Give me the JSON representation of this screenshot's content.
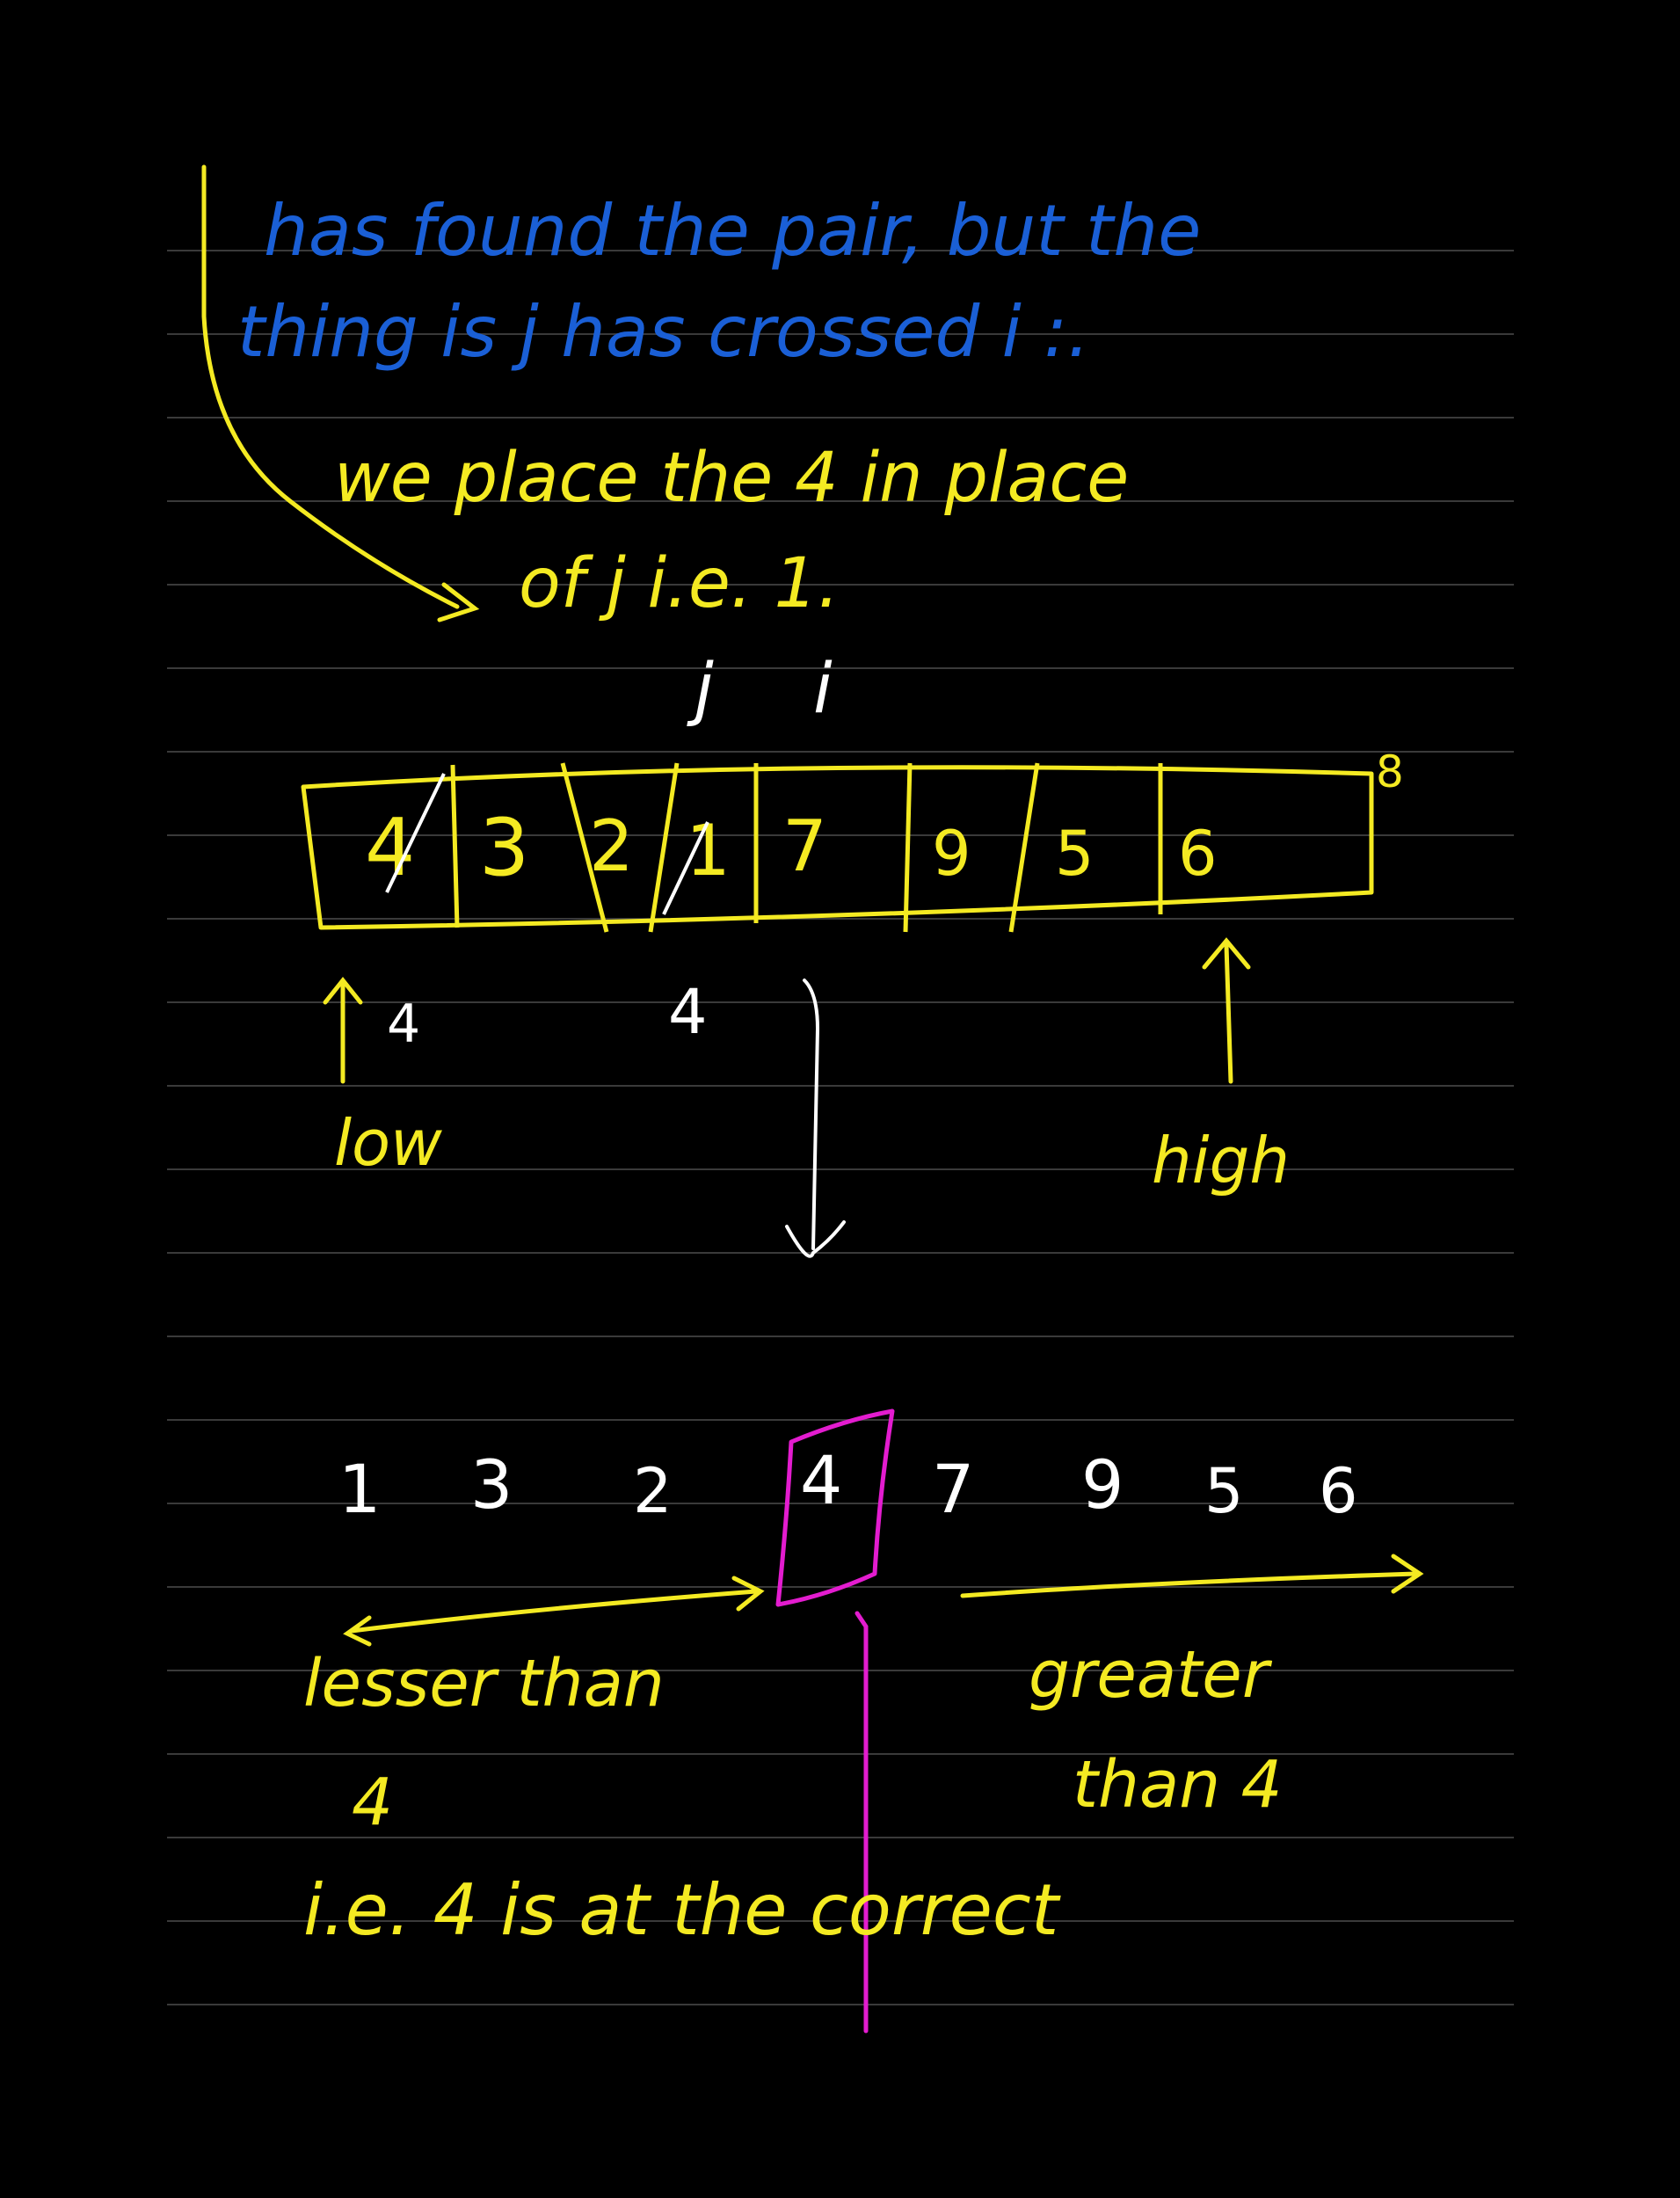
{
  "colors": {
    "background": "#000000",
    "rule_line": "#3a3a3a",
    "blue_ink": "#1a5fd6",
    "yellow_ink": "#f4ea22",
    "white_ink": "#ffffff",
    "magenta_ink": "#e31ccf"
  },
  "notes": {
    "blue_line1": "has found the pair, but the",
    "blue_line2": "thing is j has crossed i :.",
    "yellow_line1": "we place the 4 in place",
    "yellow_line2": "of j i.e. 1.",
    "j_label": "j",
    "i_label": "i",
    "array_cells": [
      "4",
      "3",
      "2",
      "1",
      "7",
      "9",
      "5",
      "6"
    ],
    "array_end_index": "8",
    "swap_under_first": "4",
    "swap_under_fourth": "4",
    "low_label": "low",
    "high_label": "high",
    "result_array": [
      "1",
      "3",
      "2",
      "4",
      "7",
      "9",
      "5",
      "6"
    ],
    "left_caption_line1": "lesser than",
    "left_caption_line2": "4",
    "right_caption_line1": "greater",
    "right_caption_line2": "than 4",
    "bottom_line": "i.e. 4 is at the correct"
  }
}
